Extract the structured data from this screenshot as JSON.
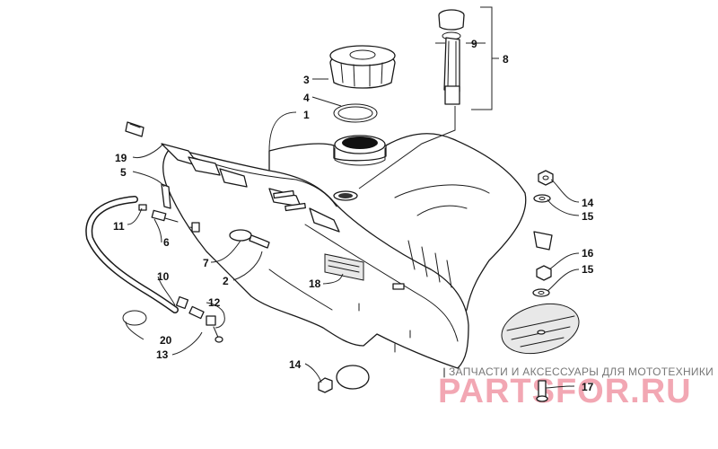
{
  "colors": {
    "line": "#1a1a1a",
    "watermark": "#f2a7b3",
    "watermark_text": "#777777"
  },
  "callouts": {
    "c1": "1",
    "c2": "2",
    "c3": "3",
    "c4": "4",
    "c5": "5",
    "c6": "6",
    "c7": "7",
    "c8": "8",
    "c9": "9",
    "c10": "10",
    "c11": "11",
    "c12": "12",
    "c13": "13",
    "c14a": "14",
    "c14b": "14",
    "c15a": "15",
    "c15b": "15",
    "c16": "16",
    "c17": "17",
    "c18": "18",
    "c19": "19",
    "c20": "20"
  },
  "watermark": {
    "tagline": "ЗАПЧАСТИ И АКСЕССУАРЫ ДЛЯ МОТОТЕХНИКИ",
    "site": "PARTSFOR.RU"
  }
}
